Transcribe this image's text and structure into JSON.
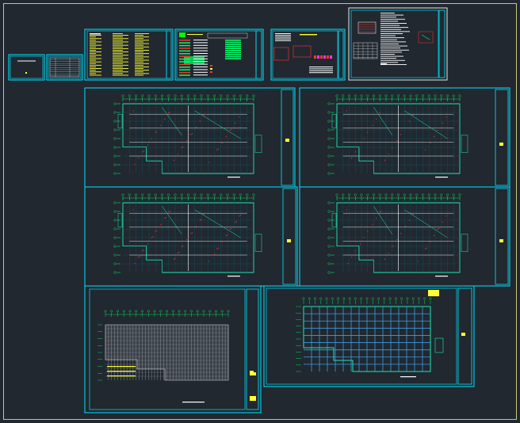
{
  "workspace": {
    "background": "#212830",
    "model_border_color": "#c8c878"
  },
  "colors": {
    "frame": "#00e5ff",
    "grid": "#00ff66",
    "plan": "#1de9b6",
    "text_yellow": "#ffff33",
    "text_white": "#ffffff",
    "red": "#ff3333",
    "magenta": "#ff33ff"
  },
  "sheets": [
    {
      "id": "cover",
      "kind": "cover"
    },
    {
      "id": "catalog",
      "kind": "table"
    },
    {
      "id": "notes",
      "kind": "text"
    },
    {
      "id": "legend",
      "kind": "legend"
    },
    {
      "id": "system",
      "kind": "system"
    },
    {
      "id": "details",
      "kind": "details"
    },
    {
      "id": "plan-1",
      "kind": "plan"
    },
    {
      "id": "plan-2",
      "kind": "plan"
    },
    {
      "id": "plan-3",
      "kind": "plan"
    },
    {
      "id": "plan-4",
      "kind": "plan"
    },
    {
      "id": "plan-5",
      "kind": "dense-plan"
    },
    {
      "id": "plan-6",
      "kind": "grid-plan"
    }
  ]
}
